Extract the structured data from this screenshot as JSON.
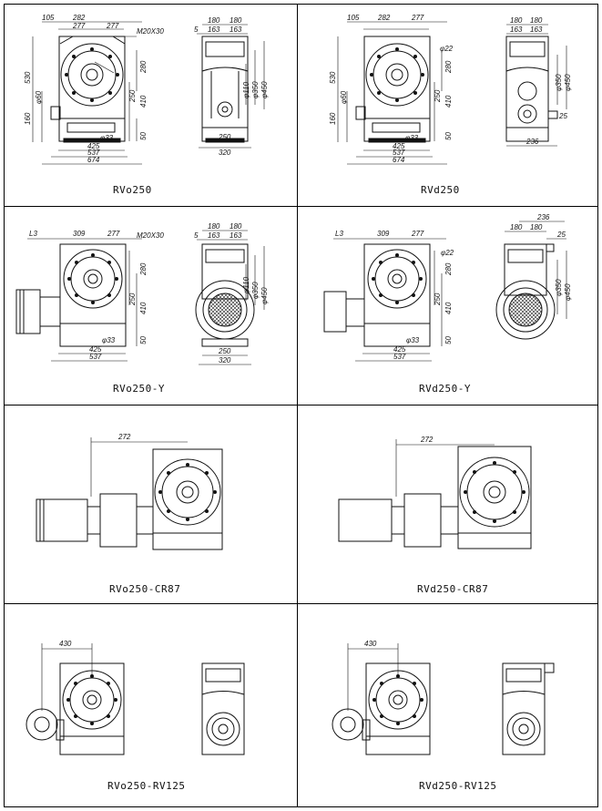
{
  "panels": [
    {
      "caption": "RVo250",
      "dims_front": {
        "top1": "105",
        "top2": "282",
        "top3": "277",
        "top4": "277",
        "thread": "M20X30",
        "h530": "530",
        "h410": "410",
        "h250": "250",
        "h280": "280",
        "h160": "160",
        "d60": "φ60",
        "h50": "50",
        "d33": "φ33",
        "w425": "425",
        "w537": "537",
        "w674": "674"
      },
      "dims_side": {
        "w180a": "180",
        "w180b": "180",
        "t5": "5",
        "w163a": "163",
        "w163b": "163",
        "d110": "φ110",
        "d350": "φ350",
        "d450": "φ450",
        "w250": "250",
        "w320": "320"
      }
    },
    {
      "caption": "RVd250",
      "dims_front": {
        "top1": "105",
        "top2": "282",
        "top3": "277",
        "d22": "φ22",
        "h530": "530",
        "h410": "410",
        "h250": "250",
        "h280": "280",
        "h160": "160",
        "d60": "φ60",
        "h50": "50",
        "d33": "φ33",
        "w425": "425",
        "w537": "537",
        "w674": "674"
      },
      "dims_side": {
        "w180a": "180",
        "w180b": "180",
        "w163a": "163",
        "w163b": "163",
        "d350": "φ350",
        "d450": "φ450",
        "s25": "25",
        "w236": "236"
      }
    },
    {
      "caption": "RVo250-Y",
      "dims_front": {
        "L3": "L3",
        "w309": "309",
        "w277": "277",
        "thread": "M20X30",
        "h280": "280",
        "h250": "250",
        "h410": "410",
        "h50": "50",
        "d33": "φ33",
        "w425": "425",
        "w537": "537"
      },
      "dims_side": {
        "w180a": "180",
        "w180b": "180",
        "t5": "5",
        "w163a": "163",
        "w163b": "163",
        "d110": "φ110",
        "d350": "φ350",
        "d450": "φ450",
        "w250": "250",
        "w320": "320"
      }
    },
    {
      "caption": "RVd250-Y",
      "dims_front": {
        "L3": "L3",
        "w309": "309",
        "w277": "277",
        "d22": "φ22",
        "h280": "280",
        "h250": "250",
        "h410": "410",
        "h50": "50",
        "d33": "φ33",
        "w425": "425",
        "w537": "537"
      },
      "dims_side": {
        "w236": "236",
        "w180": "180",
        "w180b": "180",
        "s25": "25",
        "d350": "φ350",
        "d450": "φ450"
      }
    },
    {
      "caption": "RVo250-CR87",
      "dim": "272"
    },
    {
      "caption": "RVd250-CR87",
      "dim": "272"
    },
    {
      "caption": "RVo250-RV125",
      "dim": "430"
    },
    {
      "caption": "RVd250-RV125",
      "dim": "430"
    }
  ]
}
